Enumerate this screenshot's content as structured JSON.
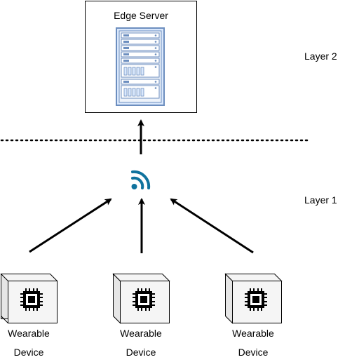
{
  "server": {
    "title": "Edge Server",
    "icon": "rack-server-icon"
  },
  "layers": {
    "upper": "Layer 2",
    "lower": "Layer 1"
  },
  "gateway": {
    "icon": "wireless-signal-icon"
  },
  "devices": [
    {
      "label": "Wearable Device",
      "icon": "chip-icon"
    },
    {
      "label": "Wearable Device",
      "icon": "chip-icon"
    },
    {
      "label": "Wearable Device",
      "icon": "chip-icon"
    }
  ],
  "colors": {
    "server_frame": "#6c8ebf",
    "server_fill": "#dae8fc",
    "wifi": "#10739e",
    "device_fill": "#f5f5f5",
    "stroke": "#000000"
  }
}
